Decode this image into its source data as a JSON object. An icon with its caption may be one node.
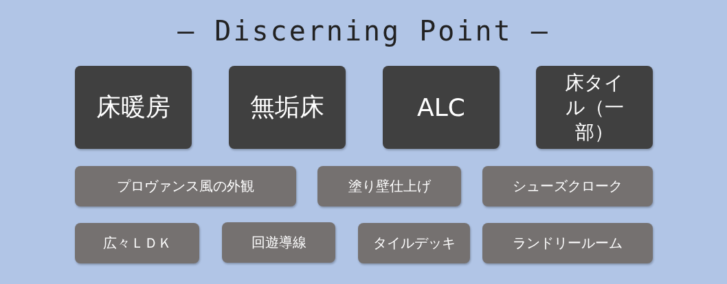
{
  "diagram": {
    "title": "— Discerning Point —",
    "nodes": [
      {
        "text": [
          "床暖房"
        ]
      },
      {
        "text": [
          "無垢床"
        ]
      },
      {
        "text": [
          "ALC"
        ]
      },
      {
        "text": [
          "床タイル（一部）"
        ]
      },
      {
        "text": [
          "プロヴァンス風の外観"
        ]
      },
      {
        "text": [
          "塗り壁仕上げ"
        ]
      },
      {
        "text": [
          "シューズクローク"
        ]
      },
      {
        "text": [
          "広々ＬＤＫ"
        ]
      },
      {
        "text": [
          "回遊導線"
        ]
      },
      {
        "text": [
          "タイルデッキ"
        ]
      },
      {
        "text": [
          "ランドリールーム"
        ]
      }
    ]
  }
}
